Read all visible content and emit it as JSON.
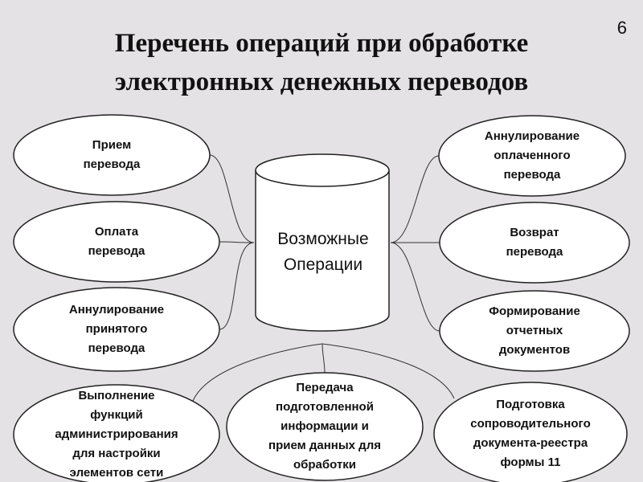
{
  "title": "Перечень операций при обработке\nэлектронных денежных переводов",
  "slide_number": "6",
  "center": {
    "label": "Возможные\nОперации"
  },
  "nodes": [
    {
      "id": "receive",
      "label": "Прием\nперевода"
    },
    {
      "id": "payment",
      "label": "Оплата\nперевода"
    },
    {
      "id": "cancel-accepted",
      "label": "Аннулирование\nпринятого\nперевода"
    },
    {
      "id": "cancel-paid",
      "label": "Аннулирование\nоплаченного\nперевода"
    },
    {
      "id": "return",
      "label": "Возврат\nперевода"
    },
    {
      "id": "reports",
      "label": "Формирование\nотчетных\nдокументов"
    },
    {
      "id": "admin",
      "label": "Выполнение\nфункций\nадминистрирования\nдля настройки\nэлементов сети"
    },
    {
      "id": "transfer-data",
      "label": "Передача\nподготовленной\nинформации и\nприем данных для\nобработки"
    },
    {
      "id": "registry",
      "label": "Подготовка\nсопроводительного\nдокумента-реестра\nформы 11"
    }
  ]
}
